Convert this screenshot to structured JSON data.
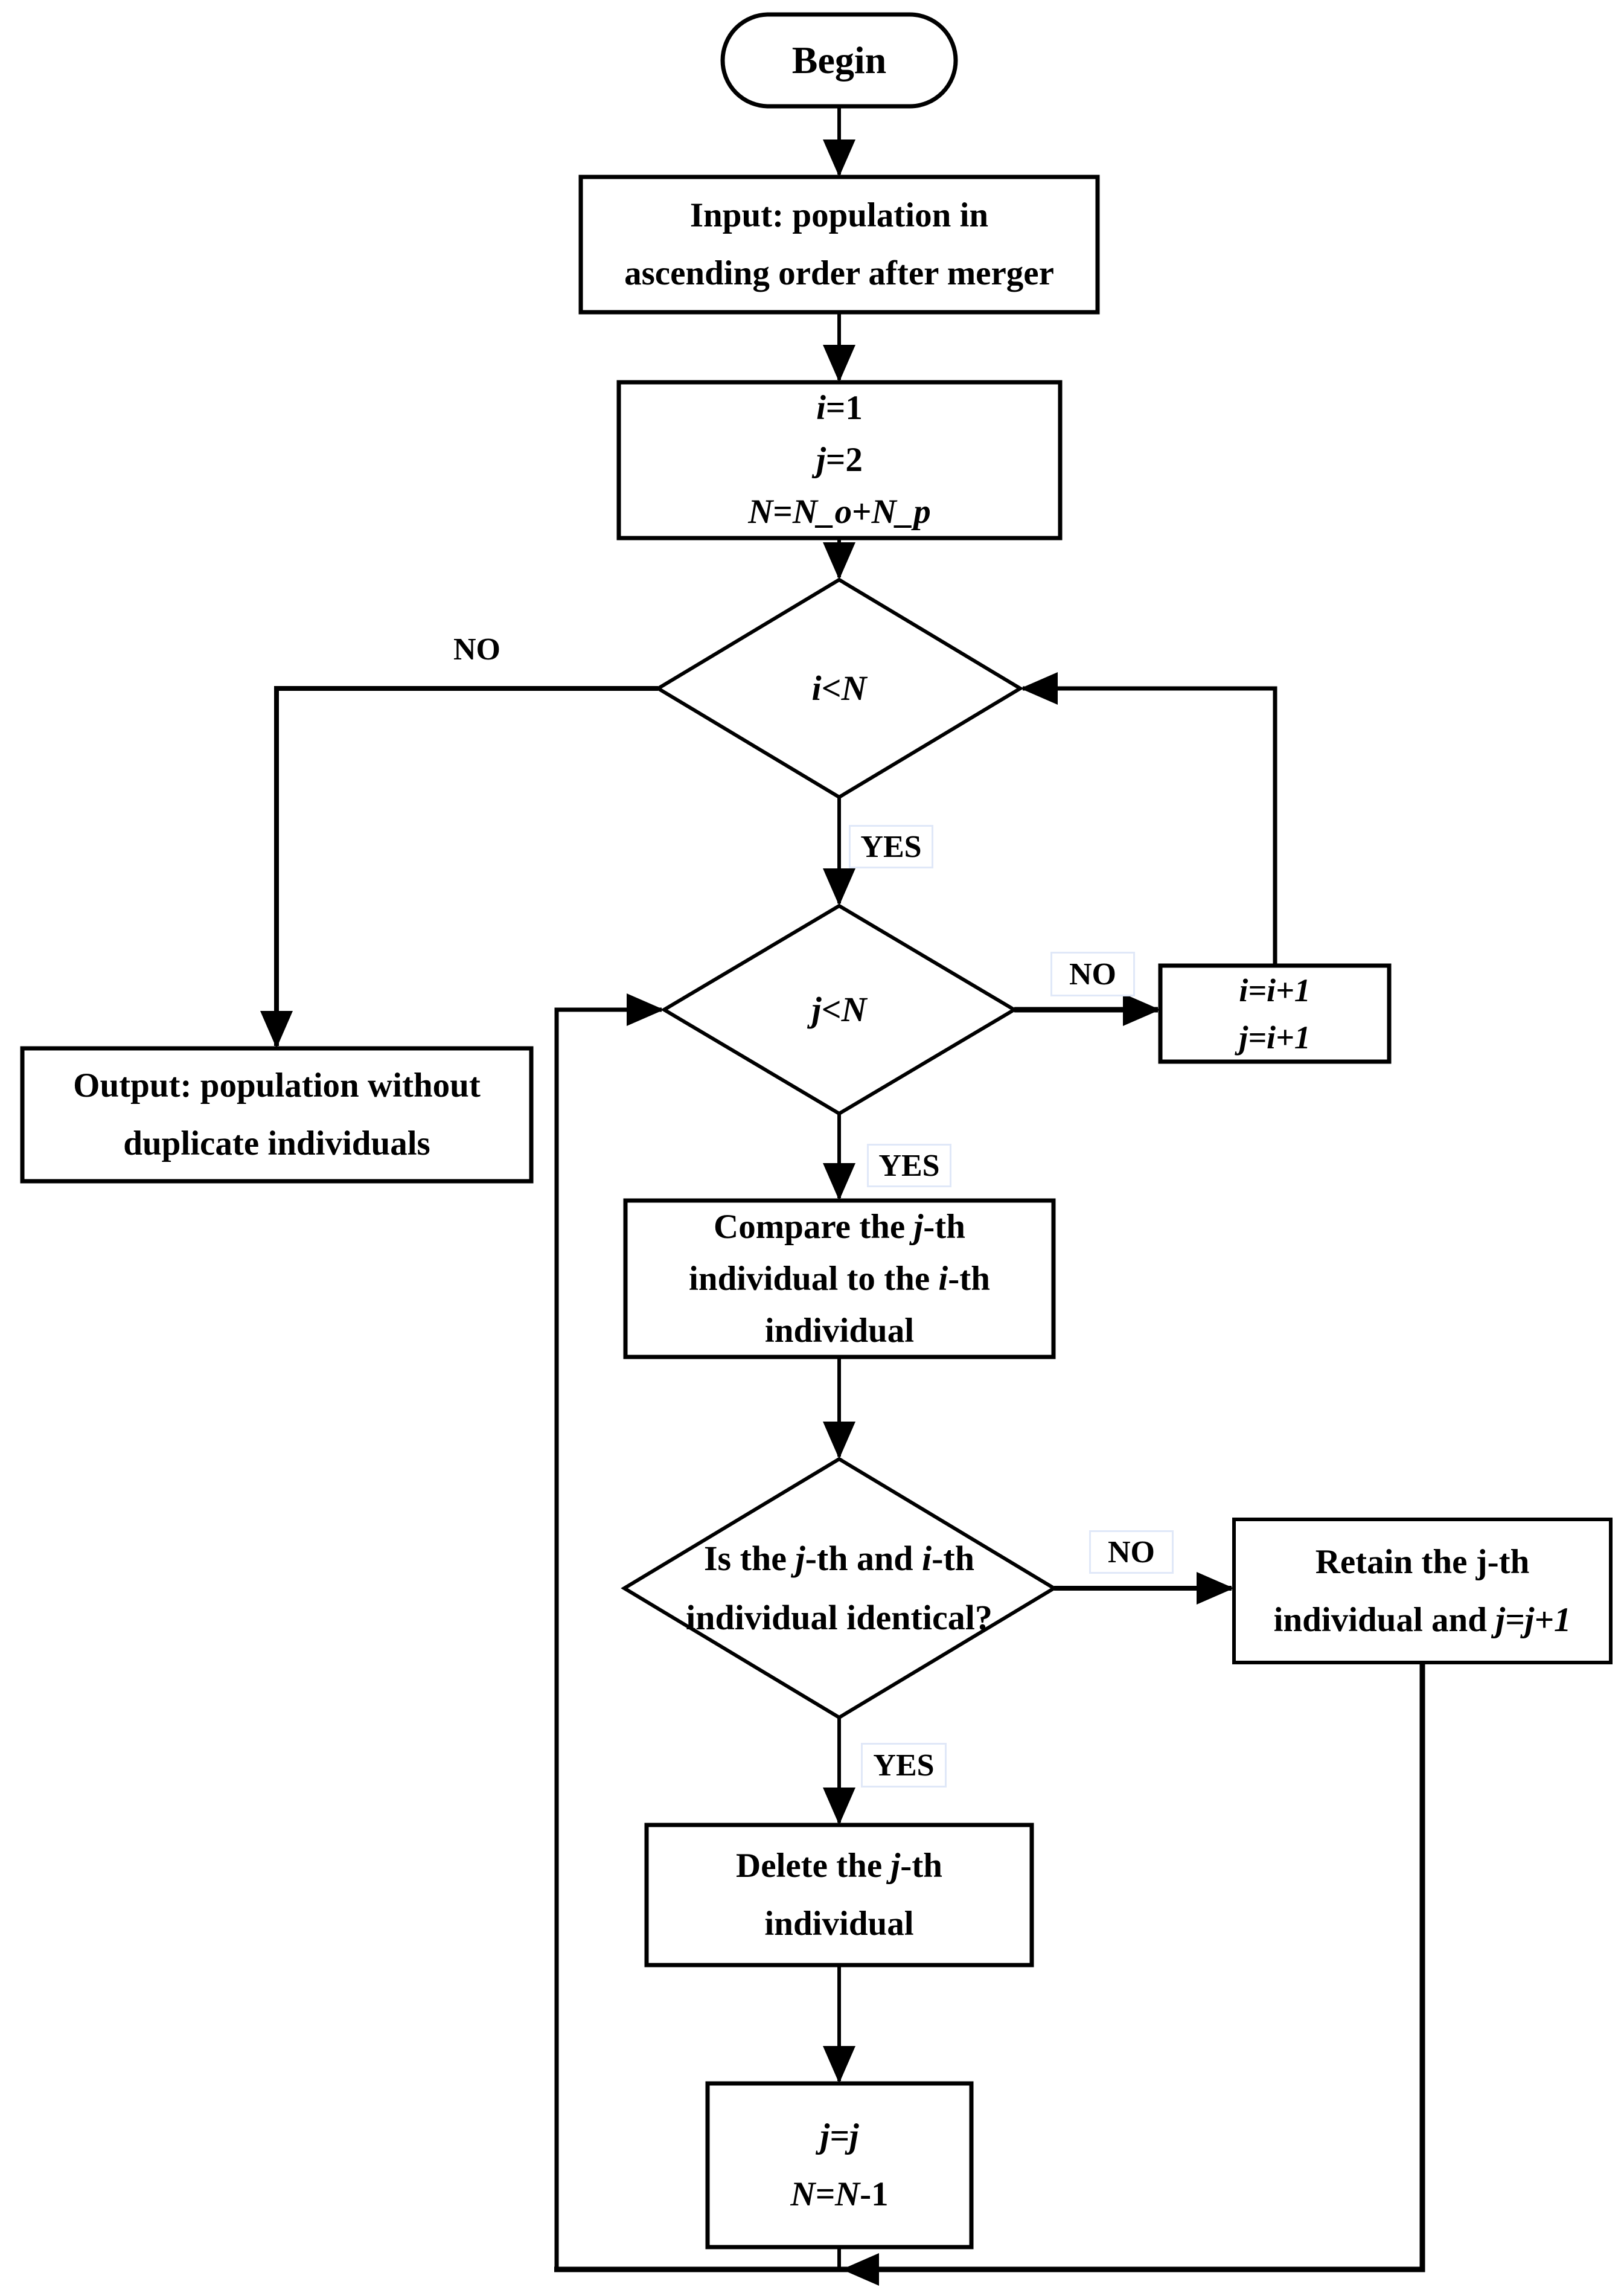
{
  "page": {
    "background": "#ffffff"
  },
  "colors": {
    "stroke": "#000000",
    "text": "#000000",
    "label_box_border": "#e0e8f8",
    "label_box_background": "#ffffff"
  },
  "nodes": {
    "begin": {
      "type": "terminator",
      "lines": [
        [
          {
            "t": "Begin"
          }
        ]
      ]
    },
    "input": {
      "type": "process",
      "lines": [
        [
          {
            "t": "Input: population in"
          }
        ],
        [
          {
            "t": "ascending order after merger"
          }
        ]
      ]
    },
    "init": {
      "type": "process",
      "lines": [
        [
          {
            "t": "i",
            "i": true
          },
          {
            "t": "=1"
          }
        ],
        [
          {
            "t": "j",
            "i": true
          },
          {
            "t": "=2"
          }
        ],
        [
          {
            "t": "N",
            "i": true
          },
          {
            "t": "="
          },
          {
            "t": "N_o",
            "i": true
          },
          {
            "t": "+"
          },
          {
            "t": "N_p",
            "i": true
          }
        ]
      ]
    },
    "cond_i": {
      "type": "decision",
      "lines": [
        [
          {
            "t": "i",
            "i": true
          },
          {
            "t": "<"
          },
          {
            "t": "N",
            "i": true
          }
        ]
      ]
    },
    "cond_j": {
      "type": "decision",
      "lines": [
        [
          {
            "t": "j",
            "i": true
          },
          {
            "t": "<"
          },
          {
            "t": "N",
            "i": true
          }
        ]
      ]
    },
    "increment": {
      "type": "process",
      "lines": [
        [
          {
            "t": "i=i+1",
            "i": true
          }
        ],
        [
          {
            "t": "j=i+1",
            "i": true
          }
        ]
      ]
    },
    "output": {
      "type": "process",
      "lines": [
        [
          {
            "t": "Output: population without"
          }
        ],
        [
          {
            "t": "duplicate individuals"
          }
        ]
      ]
    },
    "compare": {
      "type": "process",
      "lines": [
        [
          {
            "t": "Compare the "
          },
          {
            "t": "j",
            "i": true
          },
          {
            "t": "-th"
          }
        ],
        [
          {
            "t": "individual to the "
          },
          {
            "t": "i",
            "i": true
          },
          {
            "t": "-th"
          }
        ],
        [
          {
            "t": "individual"
          }
        ]
      ]
    },
    "identical": {
      "type": "decision",
      "lines": [
        [
          {
            "t": "Is the "
          },
          {
            "t": "j",
            "i": true
          },
          {
            "t": "-th and "
          },
          {
            "t": "i",
            "i": true
          },
          {
            "t": "-th"
          }
        ],
        [
          {
            "t": "individual identical?"
          }
        ]
      ]
    },
    "retain": {
      "type": "process",
      "lines": [
        [
          {
            "t": "Retain the j-th"
          }
        ],
        [
          {
            "t": "individual and "
          },
          {
            "t": "j=j+1",
            "i": true
          }
        ]
      ]
    },
    "delete": {
      "type": "process",
      "lines": [
        [
          {
            "t": "Delete the "
          },
          {
            "t": "j",
            "i": true
          },
          {
            "t": "-th"
          }
        ],
        [
          {
            "t": "individual"
          }
        ]
      ]
    },
    "update": {
      "type": "process",
      "lines": [
        [
          {
            "t": "j=j",
            "i": true
          }
        ],
        [
          {
            "t": "N=N",
            "i": true
          },
          {
            "t": "-1"
          }
        ]
      ]
    }
  },
  "edge_labels": {
    "no_i": "NO",
    "yes_i": "YES",
    "no_j": "NO",
    "yes_j": "YES",
    "no_identical": "NO",
    "yes_identical": "YES"
  }
}
